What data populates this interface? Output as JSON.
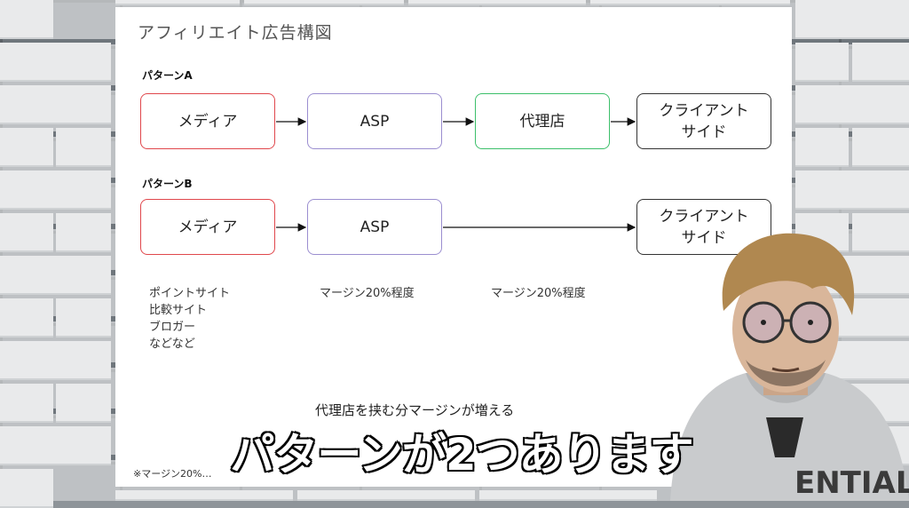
{
  "slide": {
    "title": "アフィリエイト広告構図",
    "pattern_a": {
      "label": "パターンA",
      "nodes": [
        "メディア",
        "ASP",
        "代理店",
        "クライアント\nサイド"
      ]
    },
    "pattern_b": {
      "label": "パターンB",
      "nodes": [
        "メディア",
        "ASP",
        "クライアント\nサイド"
      ]
    },
    "media_examples": [
      "ポイントサイト",
      "比較サイト",
      "ブロガー",
      "などなど"
    ],
    "margin_note_1": "マージン20%程度",
    "margin_note_2": "マージン20%程度",
    "agency_note": "代理店を挟む分マージンが増える",
    "footnote": "※マージン20%…"
  },
  "subtitle": "パターンが2つあります",
  "colors": {
    "media": "#e0474c",
    "asp": "#9b8ed0",
    "agency": "#3cbf6a",
    "client": "#333333"
  }
}
